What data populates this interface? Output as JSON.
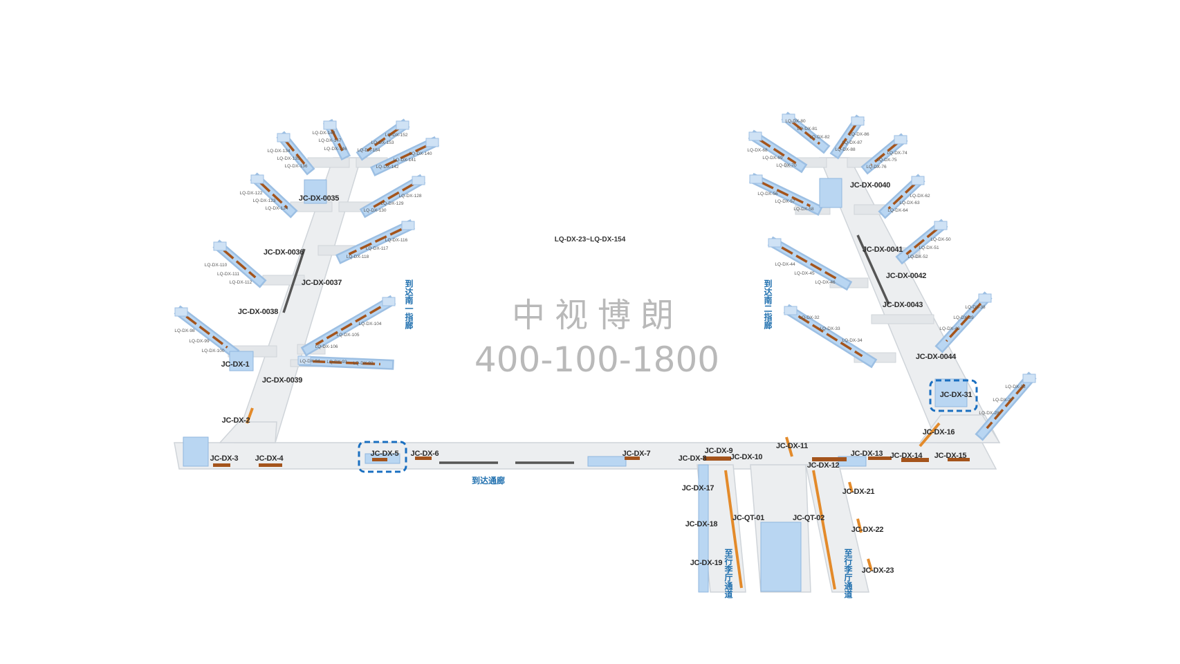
{
  "watermark": {
    "brand": "中视博朗",
    "phone": "400-100-1800"
  },
  "range_label": "LQ-DX-23~LQ-DX-154",
  "zones": {
    "south_pier_1": "到达南一指廊",
    "south_pier_2": "到达南二指廊",
    "arrival_corridor": "到达通廊",
    "baggage_passage_left": "至行李厅通道",
    "baggage_passage_right": "至行李厅通道"
  },
  "jc_labels": [
    "JC-DX-0035",
    "JC-DX-0036",
    "JC-DX-0037",
    "JC-DX-0038",
    "JC-DX-1",
    "JC-DX-0039",
    "JC-DX-2",
    "JC-DX-3",
    "JC-DX-4",
    "JC-DX-5",
    "JC-DX-6",
    "JC-DX-7",
    "JC-DX-8",
    "JC-DX-9",
    "JC-DX-10",
    "JC-DX-11",
    "JC-DX-12",
    "JC-DX-13",
    "JC-DX-14",
    "JC-DX-15",
    "JC-DX-16",
    "JC-DX-31",
    "JC-DX-0044",
    "JC-DX-0043",
    "JC-DX-0042",
    "JC-DX-0041",
    "JC-DX-0040",
    "JC-DX-17",
    "JC-DX-18",
    "JC-DX-19",
    "JC-QT-01",
    "JC-QT-02",
    "JC-DX-21",
    "JC-DX-22",
    "JC-DX-23"
  ],
  "lq_labels": [
    "LQ-DX-148",
    "LQ-DX-147",
    "LQ-DX-146",
    "LQ-DX-152",
    "LQ-DX-153",
    "LQ-DX-154",
    "LQ-DX-134",
    "LQ-DX-135",
    "LQ-DX-136",
    "LQ-DX-140",
    "LQ-DX-141",
    "LQ-DX-142",
    "LQ-DX-122",
    "LQ-DX-123",
    "LQ-DX-124",
    "LQ-DX-128",
    "LQ-DX-129",
    "LQ-DX-130",
    "LQ-DX-116",
    "LQ-DX-117",
    "LQ-DX-118",
    "LQ-DX-110",
    "LQ-DX-111",
    "LQ-DX-112",
    "LQ-DX-98",
    "LQ-DX-99",
    "LQ-DX-100",
    "LQ-DX-104",
    "LQ-DX-105",
    "LQ-DX-106",
    "LQ-DX-94",
    "LQ-DX-93",
    "LQ-DX-92",
    "LQ-DX-80",
    "LQ-DX-81",
    "LQ-DX-82",
    "LQ-DX-86",
    "LQ-DX-87",
    "LQ-DX-88",
    "LQ-DX-68",
    "LQ-DX-69",
    "LQ-DX-70",
    "LQ-DX-74",
    "LQ-DX-75",
    "LQ-DX-76",
    "LQ-DX-56",
    "LQ-DX-57",
    "LQ-DX-58",
    "LQ-DX-62",
    "LQ-DX-63",
    "LQ-DX-64",
    "LQ-DX-50",
    "LQ-DX-51",
    "LQ-DX-52",
    "LQ-DX-44",
    "LQ-DX-45",
    "LQ-DX-46",
    "LQ-DX-32",
    "LQ-DX-33",
    "LQ-DX-34",
    "LQ-DX-38",
    "LQ-DX-39",
    "LQ-DX-40",
    "LQ-DX-26",
    "LQ-DX-27",
    "LQ-DX-28"
  ],
  "highlighted": [
    "JC-DX-5",
    "JC-DX-31"
  ],
  "colors": {
    "floor": "#eceef0",
    "floor_edge": "#cfd4d9",
    "glass": "#b9d6f2",
    "ad_panel": "#a4541c",
    "ad_light": "#e38a2a",
    "highlight": "#1a6fc0",
    "zone_text": "#1f6fae",
    "watermark": "#b9b9b9"
  }
}
